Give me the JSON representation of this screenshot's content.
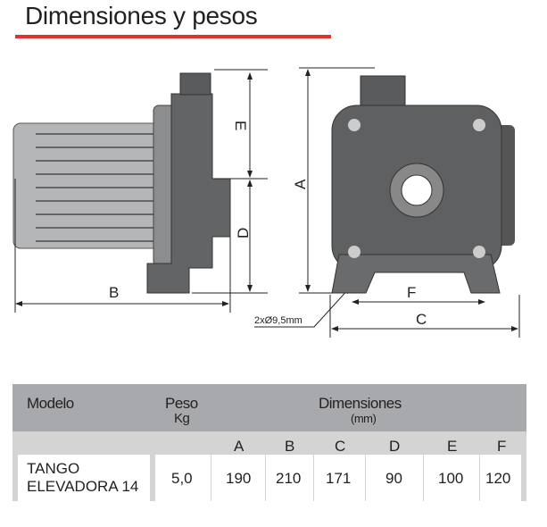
{
  "title": "Dimensiones y pesos",
  "drawing": {
    "labels": {
      "A": "A",
      "B": "B",
      "C": "C",
      "D": "D",
      "E": "E",
      "F": "F",
      "holes": "2xØ9,5mm"
    }
  },
  "table": {
    "headers": {
      "model": "Modelo",
      "weight": "Peso",
      "weight_unit": "Kg",
      "dimensions": "Dimensiones",
      "dimensions_unit": "(mm)"
    },
    "dim_columns": [
      "A",
      "B",
      "C",
      "D",
      "E",
      "F"
    ],
    "rows": [
      {
        "model_line1": "TANGO",
        "model_line2": "ELEVADORA 14",
        "weight": "5,0",
        "dims": [
          "190",
          "210",
          "171",
          "90",
          "100",
          "120"
        ]
      }
    ]
  },
  "colors": {
    "accent": "#e2302a",
    "header": "#a7a9ac"
  }
}
